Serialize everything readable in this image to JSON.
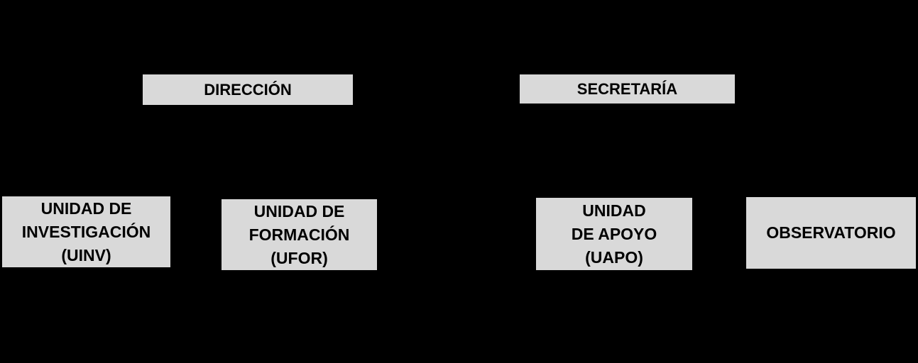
{
  "diagram": {
    "type": "org-chart",
    "colors": {
      "background": "#000000",
      "box_fill": "#d9d9d9",
      "box_text": "#000000"
    },
    "nodes": {
      "direccion": {
        "label": "DIRECCIÓN"
      },
      "secretaria": {
        "label": "SECRETARÍA"
      },
      "uinv": {
        "lines": [
          "UNIDAD DE",
          "INVESTIGACIÓN",
          "(UINV)"
        ]
      },
      "ufor": {
        "lines": [
          "UNIDAD DE",
          "FORMACIÓN",
          "(UFOR)"
        ]
      },
      "uapo": {
        "lines": [
          "UNIDAD",
          "DE APOYO",
          "(UAPO)"
        ]
      },
      "observatorio": {
        "label": "OBSERVATORIO"
      }
    }
  }
}
